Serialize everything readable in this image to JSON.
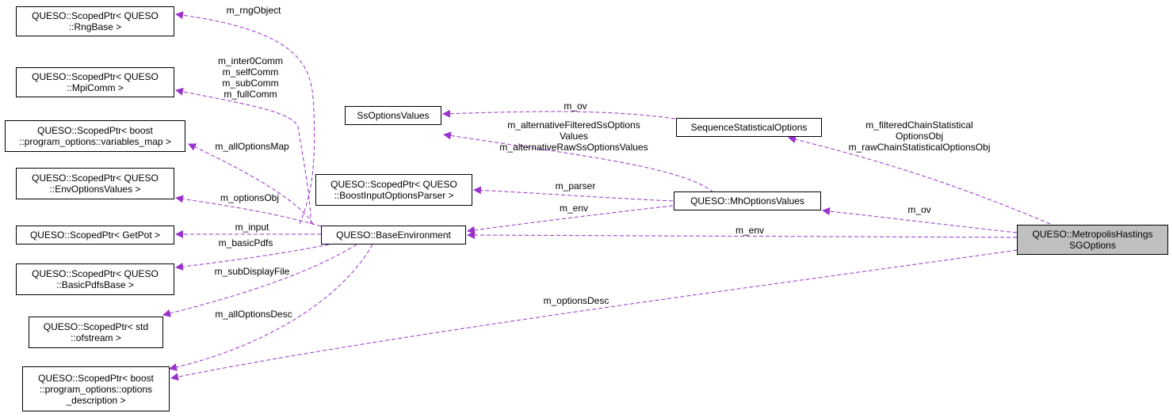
{
  "colors": {
    "edge": "#9a32cd",
    "focus_fill": "#bfbfbf",
    "node_border": "#000000"
  },
  "nodes": [
    {
      "id": "rng",
      "lines": [
        "QUESO::ScopedPtr< QUESO",
        "::RngBase >"
      ]
    },
    {
      "id": "mpicomm",
      "lines": [
        "QUESO::ScopedPtr< QUESO",
        "::MpiComm >"
      ]
    },
    {
      "id": "varmap",
      "lines": [
        "QUESO::ScopedPtr< boost",
        "::program_options::variables_map >"
      ]
    },
    {
      "id": "envopts",
      "lines": [
        "QUESO::ScopedPtr< QUESO",
        "::EnvOptionsValues >"
      ]
    },
    {
      "id": "getpot",
      "lines": [
        "QUESO::ScopedPtr< GetPot >"
      ]
    },
    {
      "id": "basicpdfs",
      "lines": [
        "QUESO::ScopedPtr< QUESO",
        "::BasicPdfsBase >"
      ]
    },
    {
      "id": "ofstream",
      "lines": [
        "QUESO::ScopedPtr< std",
        "::ofstream >"
      ]
    },
    {
      "id": "optdesc",
      "lines": [
        "QUESO::ScopedPtr< boost",
        "::program_options::options",
        "_description >"
      ]
    },
    {
      "id": "ssopts",
      "lines": [
        "SsOptionsValues"
      ]
    },
    {
      "id": "bip",
      "lines": [
        "QUESO::ScopedPtr< QUESO",
        "::BoostInputOptionsParser >"
      ]
    },
    {
      "id": "baseenv",
      "lines": [
        "QUESO::BaseEnvironment"
      ]
    },
    {
      "id": "seqstat",
      "lines": [
        "SequenceStatisticalOptions"
      ]
    },
    {
      "id": "mhopts",
      "lines": [
        "QUESO::MhOptionsValues"
      ]
    },
    {
      "id": "mhsg",
      "lines": [
        "QUESO::MetropolisHastings",
        "SGOptions"
      ]
    }
  ],
  "edge_labels": [
    {
      "id": "rngobject",
      "lines": [
        "m_rngObject"
      ]
    },
    {
      "id": "comms",
      "lines": [
        "m_inter0Comm",
        "m_selfComm",
        "m_subComm",
        "m_fullComm"
      ]
    },
    {
      "id": "alloptionsmap",
      "lines": [
        "m_allOptionsMap"
      ]
    },
    {
      "id": "optionsobj",
      "lines": [
        "m_optionsObj"
      ]
    },
    {
      "id": "input",
      "lines": [
        "m_input"
      ]
    },
    {
      "id": "basicpdfs",
      "lines": [
        "m_basicPdfs"
      ]
    },
    {
      "id": "subdisplayfile",
      "lines": [
        "m_subDisplayFile"
      ]
    },
    {
      "id": "alloptionsdesc",
      "lines": [
        "m_allOptionsDesc"
      ]
    },
    {
      "id": "ov_top",
      "lines": [
        "m_ov"
      ]
    },
    {
      "id": "altss",
      "lines": [
        "m_alternativeFilteredSsOptions",
        "Values",
        "m_alternativeRawSsOptionsValues"
      ]
    },
    {
      "id": "parser",
      "lines": [
        "m_parser"
      ]
    },
    {
      "id": "env_mh",
      "lines": [
        "m_env"
      ]
    },
    {
      "id": "chainstat",
      "lines": [
        "m_filteredChainStatistical",
        "OptionsObj",
        "m_rawChainStatisticalOptionsObj"
      ]
    },
    {
      "id": "ov_mh",
      "lines": [
        "m_ov"
      ]
    },
    {
      "id": "env_sg",
      "lines": [
        "m_env"
      ]
    },
    {
      "id": "optionsdesc",
      "lines": [
        "m_optionsDesc"
      ]
    }
  ]
}
